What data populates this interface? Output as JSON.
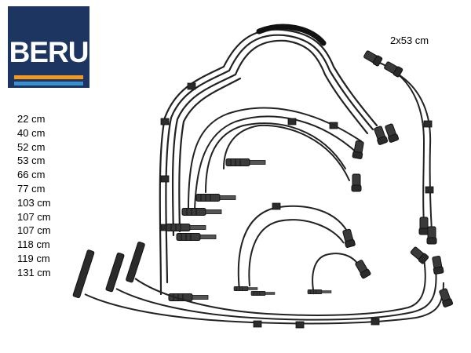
{
  "brand": {
    "name": "BERU",
    "colors": {
      "blue": "#1c3561",
      "orange": "#f39a1e",
      "light_blue": "#3a8fd0"
    }
  },
  "cable_lengths": [
    "22 cm",
    "40 cm",
    "52 cm",
    "53 cm",
    "66 cm",
    "77 cm",
    "103 cm",
    "107 cm",
    "107 cm",
    "118 cm",
    "119 cm",
    "131 cm"
  ],
  "pair_label": "2x53 cm",
  "illustration": "ignition-cable-set"
}
